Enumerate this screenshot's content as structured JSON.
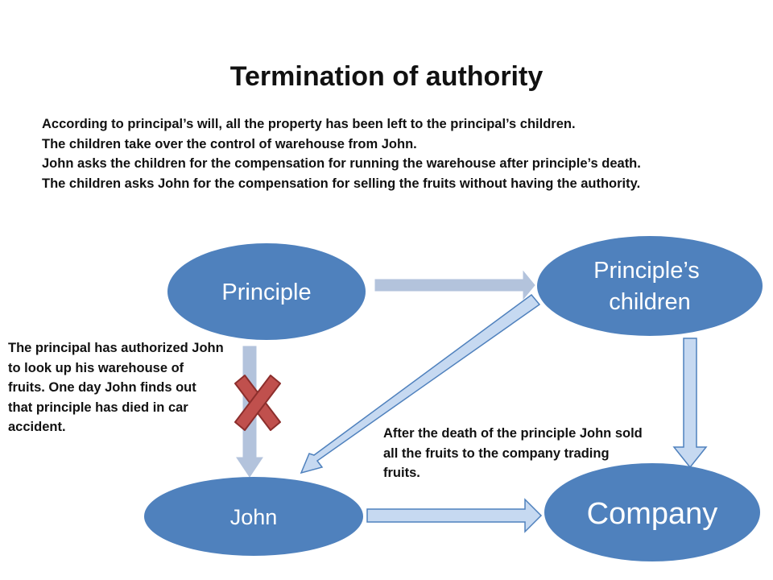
{
  "title": "Termination of authority",
  "intro": [
    "According to principal’s will, all the property has been left to the principal’s children.",
    "The children take over the control of warehouse from John.",
    "John asks the children for the compensation for running the warehouse after principle’s death.",
    "The children asks John for the compensation for selling the fruits without having the authority."
  ],
  "side_note": "The principal has authorized John to look up his warehouse of fruits. One day John finds out that principle has died in car accident.",
  "sale_note": "After the death of the principle John sold all the fruits to the company trading fruits.",
  "nodes": {
    "principle": "Principle",
    "children_line1": "Principle’s",
    "children_line2": "children",
    "john": "John",
    "company": "Company"
  },
  "colors": {
    "node_fill": "#4f81bd",
    "arrow_fill": "#b9cde5",
    "arrow_stroke": "#4f81bd",
    "cross_fill": "#c0504d",
    "cross_stroke": "#8c2e2c"
  }
}
